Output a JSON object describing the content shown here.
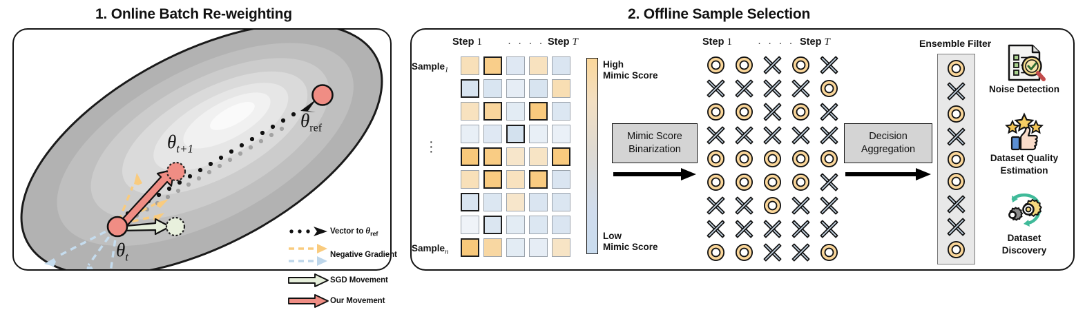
{
  "figure": {
    "panel1_title": "1. Online Batch Re-weighting",
    "panel2_title": "2. Offline Sample Selection"
  },
  "panel1": {
    "labels": {
      "theta_ref": "θ",
      "theta_ref_sub": "ref",
      "theta_t1": "θ",
      "theta_t1_sub": "t+1",
      "theta_t": "θ",
      "theta_t_sub": "t"
    },
    "legend": [
      {
        "art": "dotted-arrow-black",
        "label": "Vector to ",
        "theta": "θ",
        "theta_sub": "ref",
        "color": "#000000"
      },
      {
        "art": "dashed-arrow-orange",
        "label": "Negative Gradient",
        "color": "#f7c873"
      },
      {
        "art": "dashed-arrow-blue",
        "label": "",
        "color": "#bcd4e8"
      },
      {
        "art": "block-arrow-green",
        "label": "SGD Movement",
        "color": "#e1ebd4"
      },
      {
        "art": "block-arrow-red",
        "label": "Our Movement",
        "color": "#ef8d84"
      }
    ]
  },
  "panel2": {
    "heatmap": {
      "col_header_left": "Step ",
      "col_header_left_num": "1",
      "col_header_right": "Step ",
      "col_header_right_num": "T",
      "col_dots": "· · · ·",
      "row_label_first": "Sample",
      "row_label_first_sub": "1",
      "row_label_last": "Sample",
      "row_label_last_sub": "n",
      "row_dots": "⋮",
      "values": [
        [
          0.72,
          0.88,
          0.3,
          0.7,
          0.26
        ],
        [
          0.24,
          0.25,
          0.36,
          0.24,
          0.74
        ],
        [
          0.7,
          0.82,
          0.34,
          0.92,
          0.28
        ],
        [
          0.38,
          0.3,
          0.2,
          0.38,
          0.4
        ],
        [
          0.93,
          0.9,
          0.66,
          0.68,
          0.92
        ],
        [
          0.72,
          0.91,
          0.7,
          0.91,
          0.26
        ],
        [
          0.25,
          0.28,
          0.66,
          0.26,
          0.27
        ],
        [
          0.44,
          0.27,
          0.34,
          0.28,
          0.26
        ],
        [
          0.93,
          0.8,
          0.34,
          0.36,
          0.68
        ]
      ],
      "bold_cells": [
        [
          0,
          1
        ],
        [
          1,
          0
        ],
        [
          2,
          1
        ],
        [
          2,
          3
        ],
        [
          3,
          2
        ],
        [
          4,
          0
        ],
        [
          4,
          1
        ],
        [
          4,
          4
        ],
        [
          5,
          1
        ],
        [
          5,
          3
        ],
        [
          6,
          0
        ],
        [
          7,
          1
        ],
        [
          8,
          0
        ]
      ]
    },
    "colorbar": {
      "high_line1": "High",
      "high_line2": "Mimic Score",
      "low_line1": "Low",
      "low_line2": "Mimic Score",
      "high_color": "#fbd79a",
      "low_color": "#c9dcef"
    },
    "process1": {
      "line1": "Mimic Score",
      "line2": "Binarization"
    },
    "process2": {
      "line1": "Decision",
      "line2": "Aggregation"
    },
    "binary_grid": {
      "col_header_left": "Step ",
      "col_header_left_num": "1",
      "col_header_right": "Step ",
      "col_header_right_num": "T",
      "col_dots": "· · · ·",
      "symbols": [
        [
          "O",
          "O",
          "X",
          "O",
          "X"
        ],
        [
          "X",
          "X",
          "X",
          "X",
          "O"
        ],
        [
          "O",
          "O",
          "X",
          "O",
          "X"
        ],
        [
          "X",
          "X",
          "X",
          "X",
          "X"
        ],
        [
          "O",
          "O",
          "O",
          "O",
          "O"
        ],
        [
          "O",
          "O",
          "O",
          "O",
          "X"
        ],
        [
          "X",
          "X",
          "O",
          "X",
          "X"
        ],
        [
          "X",
          "X",
          "X",
          "X",
          "X"
        ],
        [
          "O",
          "O",
          "X",
          "X",
          "O"
        ]
      ],
      "circle_color": "#fbd79a",
      "cross_color": "#c7d7e6"
    },
    "ensemble_filter": {
      "title": "Ensemble Filter",
      "symbols": [
        "O",
        "X",
        "O",
        "X",
        "O",
        "O",
        "X",
        "X",
        "O"
      ]
    },
    "applications": [
      {
        "icon": "noise-detection-icon",
        "label": "Noise Detection"
      },
      {
        "icon": "dataset-quality-icon",
        "label_line1": "Dataset Quality",
        "label_line2": "Estimation"
      },
      {
        "icon": "dataset-discovery-icon",
        "label_line1": "Dataset",
        "label_line2": "Discovery"
      }
    ]
  }
}
